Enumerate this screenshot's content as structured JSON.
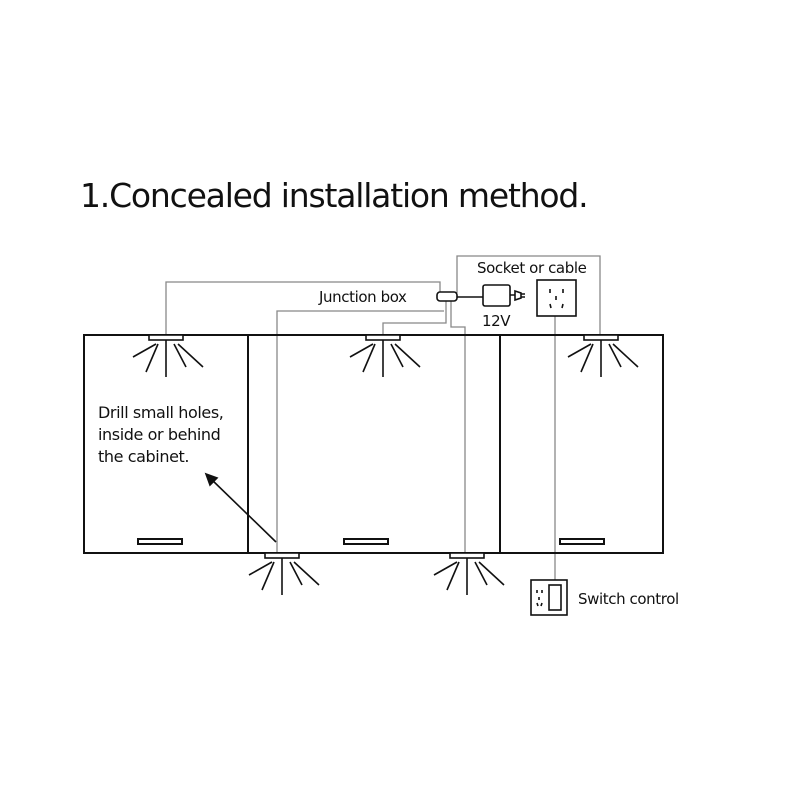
{
  "title": "1.Concealed installation method.",
  "labels": {
    "junction_box": "Junction box",
    "socket": "Socket or cable",
    "voltage": "12V",
    "switch": "Switch control",
    "note_lines": [
      "Drill small holes,",
      "inside or behind",
      "the cabinet."
    ]
  },
  "icons": [
    "light-fixture-icon",
    "junction-box-icon",
    "power-adapter-icon",
    "plug-icon",
    "wall-socket-icon",
    "wall-switch-icon"
  ]
}
